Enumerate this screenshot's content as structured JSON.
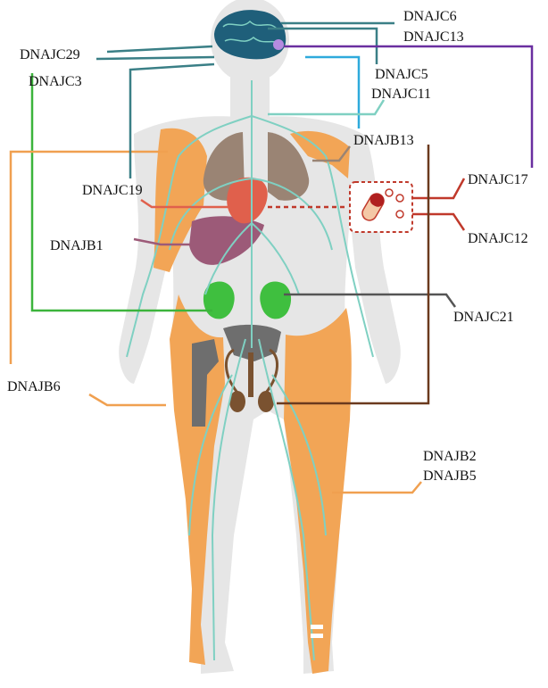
{
  "labels": {
    "dnajc6": "DNAJC6",
    "dnajc13": "DNAJC13",
    "dnajc29": "DNAJC29",
    "dnajc3": "DNAJC3",
    "dnajc5": "DNAJC5",
    "dnajc11": "DNAJC11",
    "dnajb13": "DNAJB13",
    "dnajc17": "DNAJC17",
    "dnajc19": "DNAJC19",
    "dnajc12": "DNAJC12",
    "dnajb1": "DNAJB1",
    "dnajc21": "DNAJC21",
    "dnajb6": "DNAJB6",
    "dnajb2": "DNAJB2",
    "dnajb5": "DNAJB5"
  },
  "colors": {
    "body": "#e6e6e6",
    "brain": "#1f5f7a",
    "nerves": "#7fd0c2",
    "muscle": "#f2a556",
    "lungs": "#9a8474",
    "heart": "#e0604c",
    "liver": "#9c5a78",
    "kidneys": "#3fbf3f",
    "bone": "#6e6e6e",
    "testes": "#7a5230",
    "inset": "#c0392b",
    "line_teal": "#3a7f86",
    "line_purple": "#6a2fa0",
    "line_blue": "#2eaadc",
    "line_green": "#3cb43c",
    "line_orange": "#f0a050",
    "line_brown": "#6b3a1e",
    "line_gray": "#555555",
    "line_liver": "#9c5a78"
  }
}
